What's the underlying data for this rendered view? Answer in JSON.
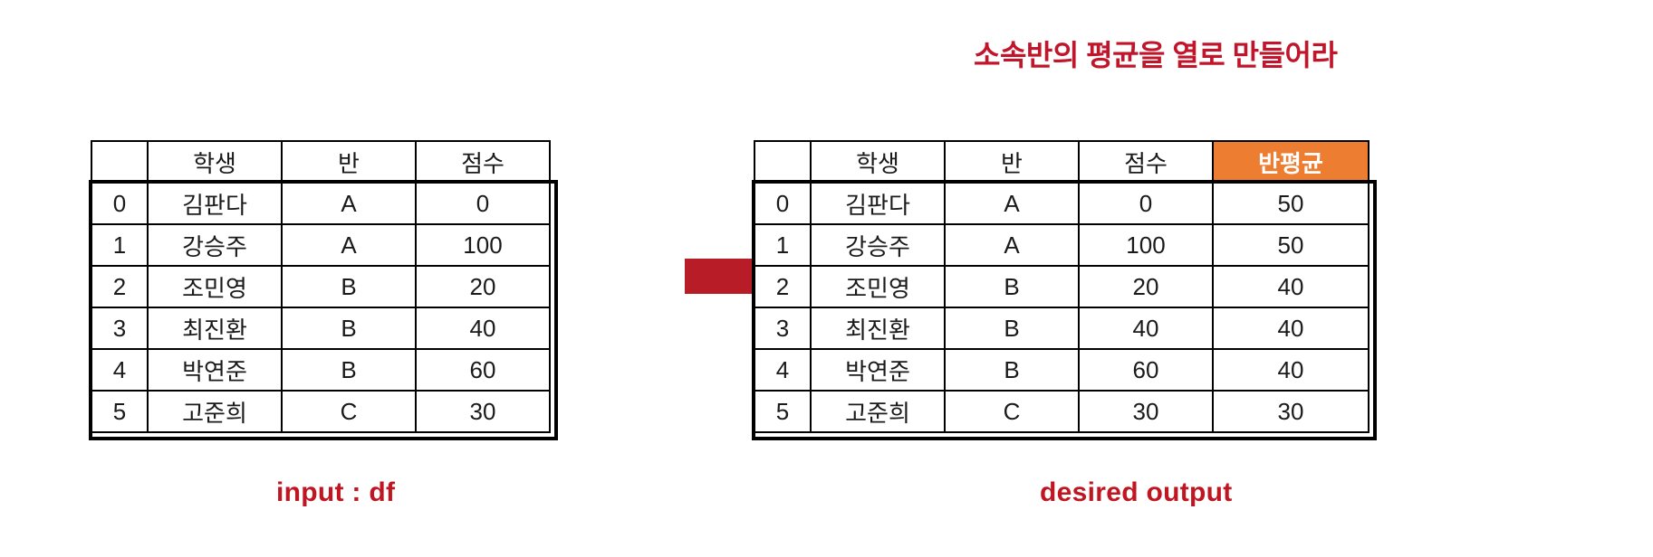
{
  "title": "소속반의 평균을 열로 만들어라",
  "colors": {
    "title_red": "#c0152a",
    "caption_red": "#bf1622",
    "arrow_red": "#b71c27",
    "header_peach": "#fbe0d0",
    "header_orange": "#ed7d31",
    "index_lavender": "#d6dcee",
    "derived_gray": "#e4e4e4",
    "border_black": "#000000"
  },
  "arrow": {
    "icon": "right-arrow-icon",
    "direction": "right"
  },
  "input_table": {
    "caption": "input : df",
    "index_header": "",
    "columns": [
      "학생",
      "반",
      "점수"
    ],
    "index": [
      "0",
      "1",
      "2",
      "3",
      "4",
      "5"
    ],
    "rows": [
      [
        "김판다",
        "A",
        "0"
      ],
      [
        "강승주",
        "A",
        "100"
      ],
      [
        "조민영",
        "B",
        "20"
      ],
      [
        "최진환",
        "B",
        "40"
      ],
      [
        "박연준",
        "B",
        "60"
      ],
      [
        "고준희",
        "C",
        "30"
      ]
    ]
  },
  "output_table": {
    "caption": "desired output",
    "index_header": "",
    "columns": [
      "학생",
      "반",
      "점수",
      "반평균"
    ],
    "accent_column": "반평균",
    "index": [
      "0",
      "1",
      "2",
      "3",
      "4",
      "5"
    ],
    "rows": [
      [
        "김판다",
        "A",
        "0",
        "50"
      ],
      [
        "강승주",
        "A",
        "100",
        "50"
      ],
      [
        "조민영",
        "B",
        "20",
        "40"
      ],
      [
        "최진환",
        "B",
        "40",
        "40"
      ],
      [
        "박연준",
        "B",
        "60",
        "40"
      ],
      [
        "고준희",
        "C",
        "30",
        "30"
      ]
    ]
  },
  "chart_data": {
    "type": "table",
    "title": "소속반의 평균을 열로 만들어라",
    "categories": [
      "A",
      "B",
      "C"
    ],
    "values": [
      50,
      40,
      30
    ],
    "xlabel": "반",
    "ylabel": "반평균"
  }
}
